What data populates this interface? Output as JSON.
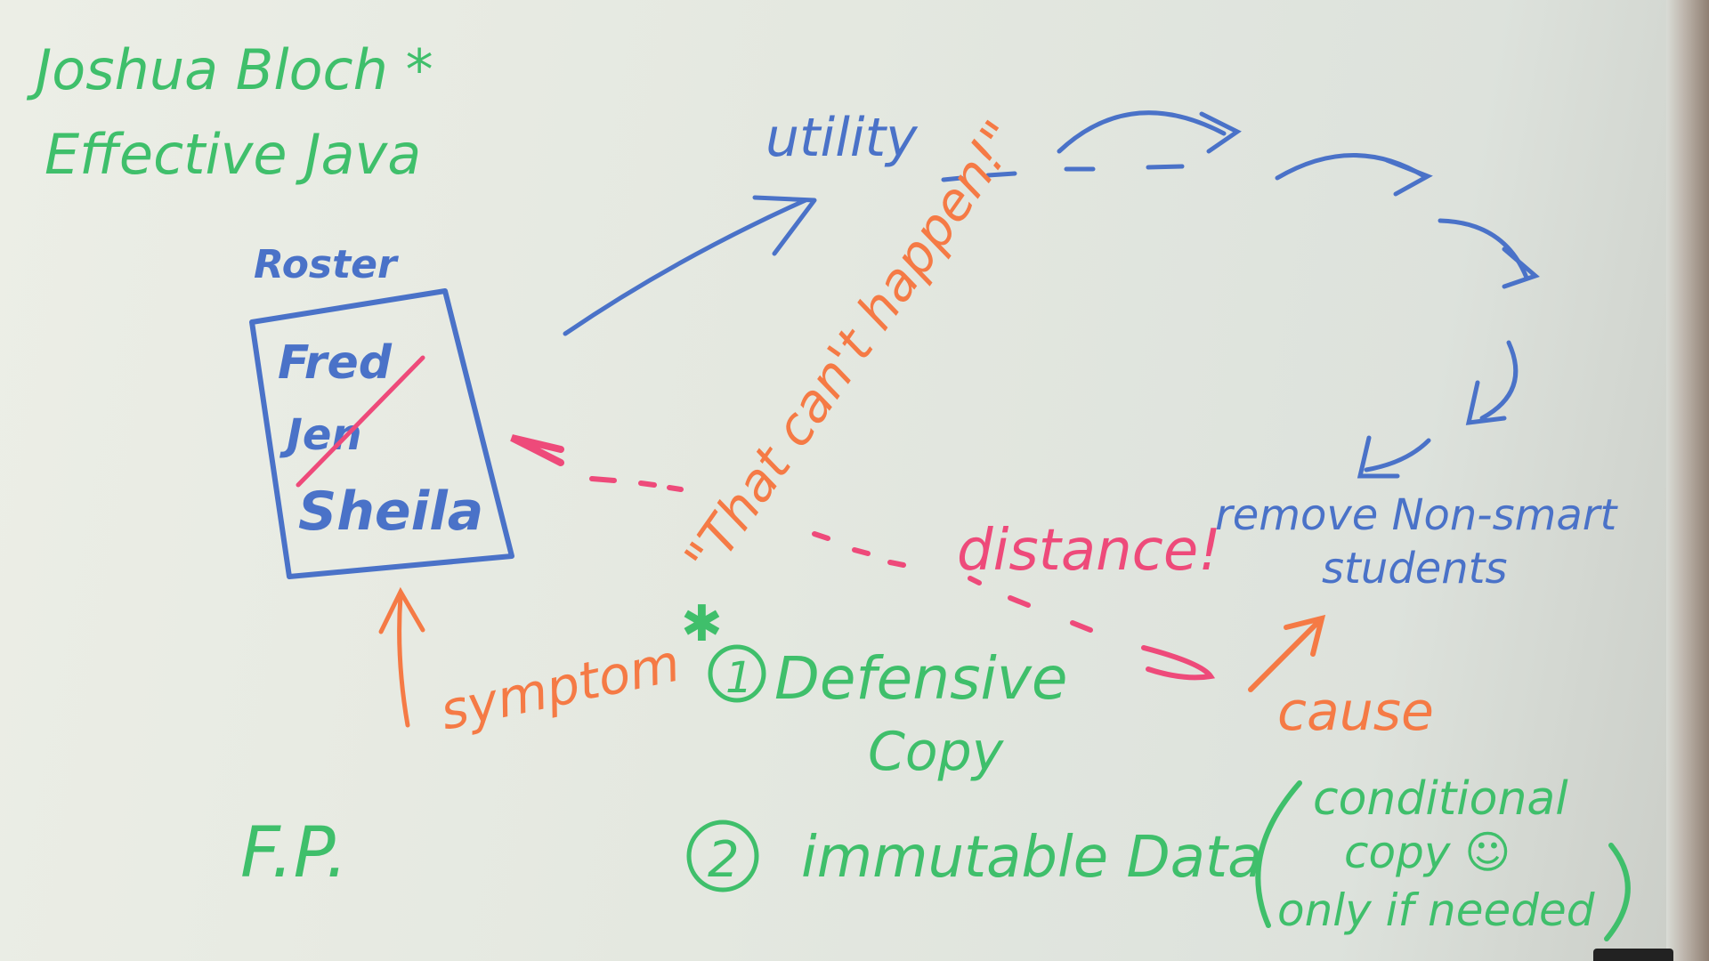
{
  "colors": {
    "green": "#3fbf6b",
    "blue": "#4a72c8",
    "orange": "#f57a45",
    "pink": "#ee4a7a"
  },
  "title": {
    "line1": "Joshua Bloch *",
    "line2": "Effective Java"
  },
  "roster": {
    "label": "Roster",
    "names": [
      "Fred",
      "Jen",
      "Sheila"
    ],
    "crossed_out": "Jen"
  },
  "flow": {
    "utility": "utility",
    "remove_line1": "remove Non-smart",
    "remove_line2": "students"
  },
  "quote": "\"That can't happen!\"",
  "distance": "distance!",
  "symptom": "symptom",
  "cause": "cause",
  "solutions": [
    {
      "number": "1",
      "text_line1": "Defensive",
      "text_line2": "Copy"
    },
    {
      "number": "2",
      "text_line1": "immutable Data"
    }
  ],
  "fp": "F.P.",
  "conditional": {
    "line1": "conditional",
    "line2": "copy ☺",
    "line3": "only if needed"
  }
}
